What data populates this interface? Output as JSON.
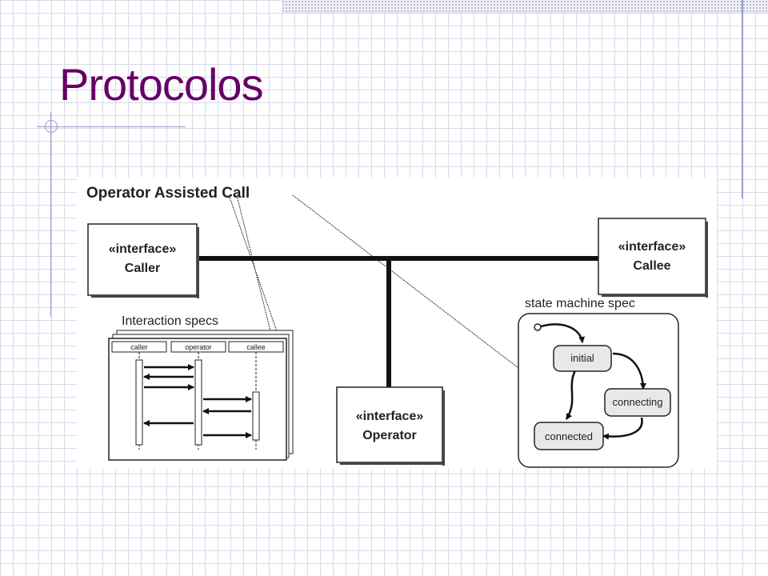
{
  "slide": {
    "title": "Protocolos"
  },
  "diagram": {
    "heading": "Operator Assisted Call",
    "caller": {
      "stereotype": "«interface»",
      "name": "Caller"
    },
    "callee": {
      "stereotype": "«interface»",
      "name": "Callee"
    },
    "operator": {
      "stereotype": "«interface»",
      "name": "Operator"
    },
    "interaction": {
      "label": "Interaction specs",
      "lifelines": [
        "caller",
        "operator",
        "callee"
      ]
    },
    "state_machine": {
      "label": "state machine spec",
      "states": [
        "initial",
        "connecting",
        "connected"
      ]
    }
  }
}
